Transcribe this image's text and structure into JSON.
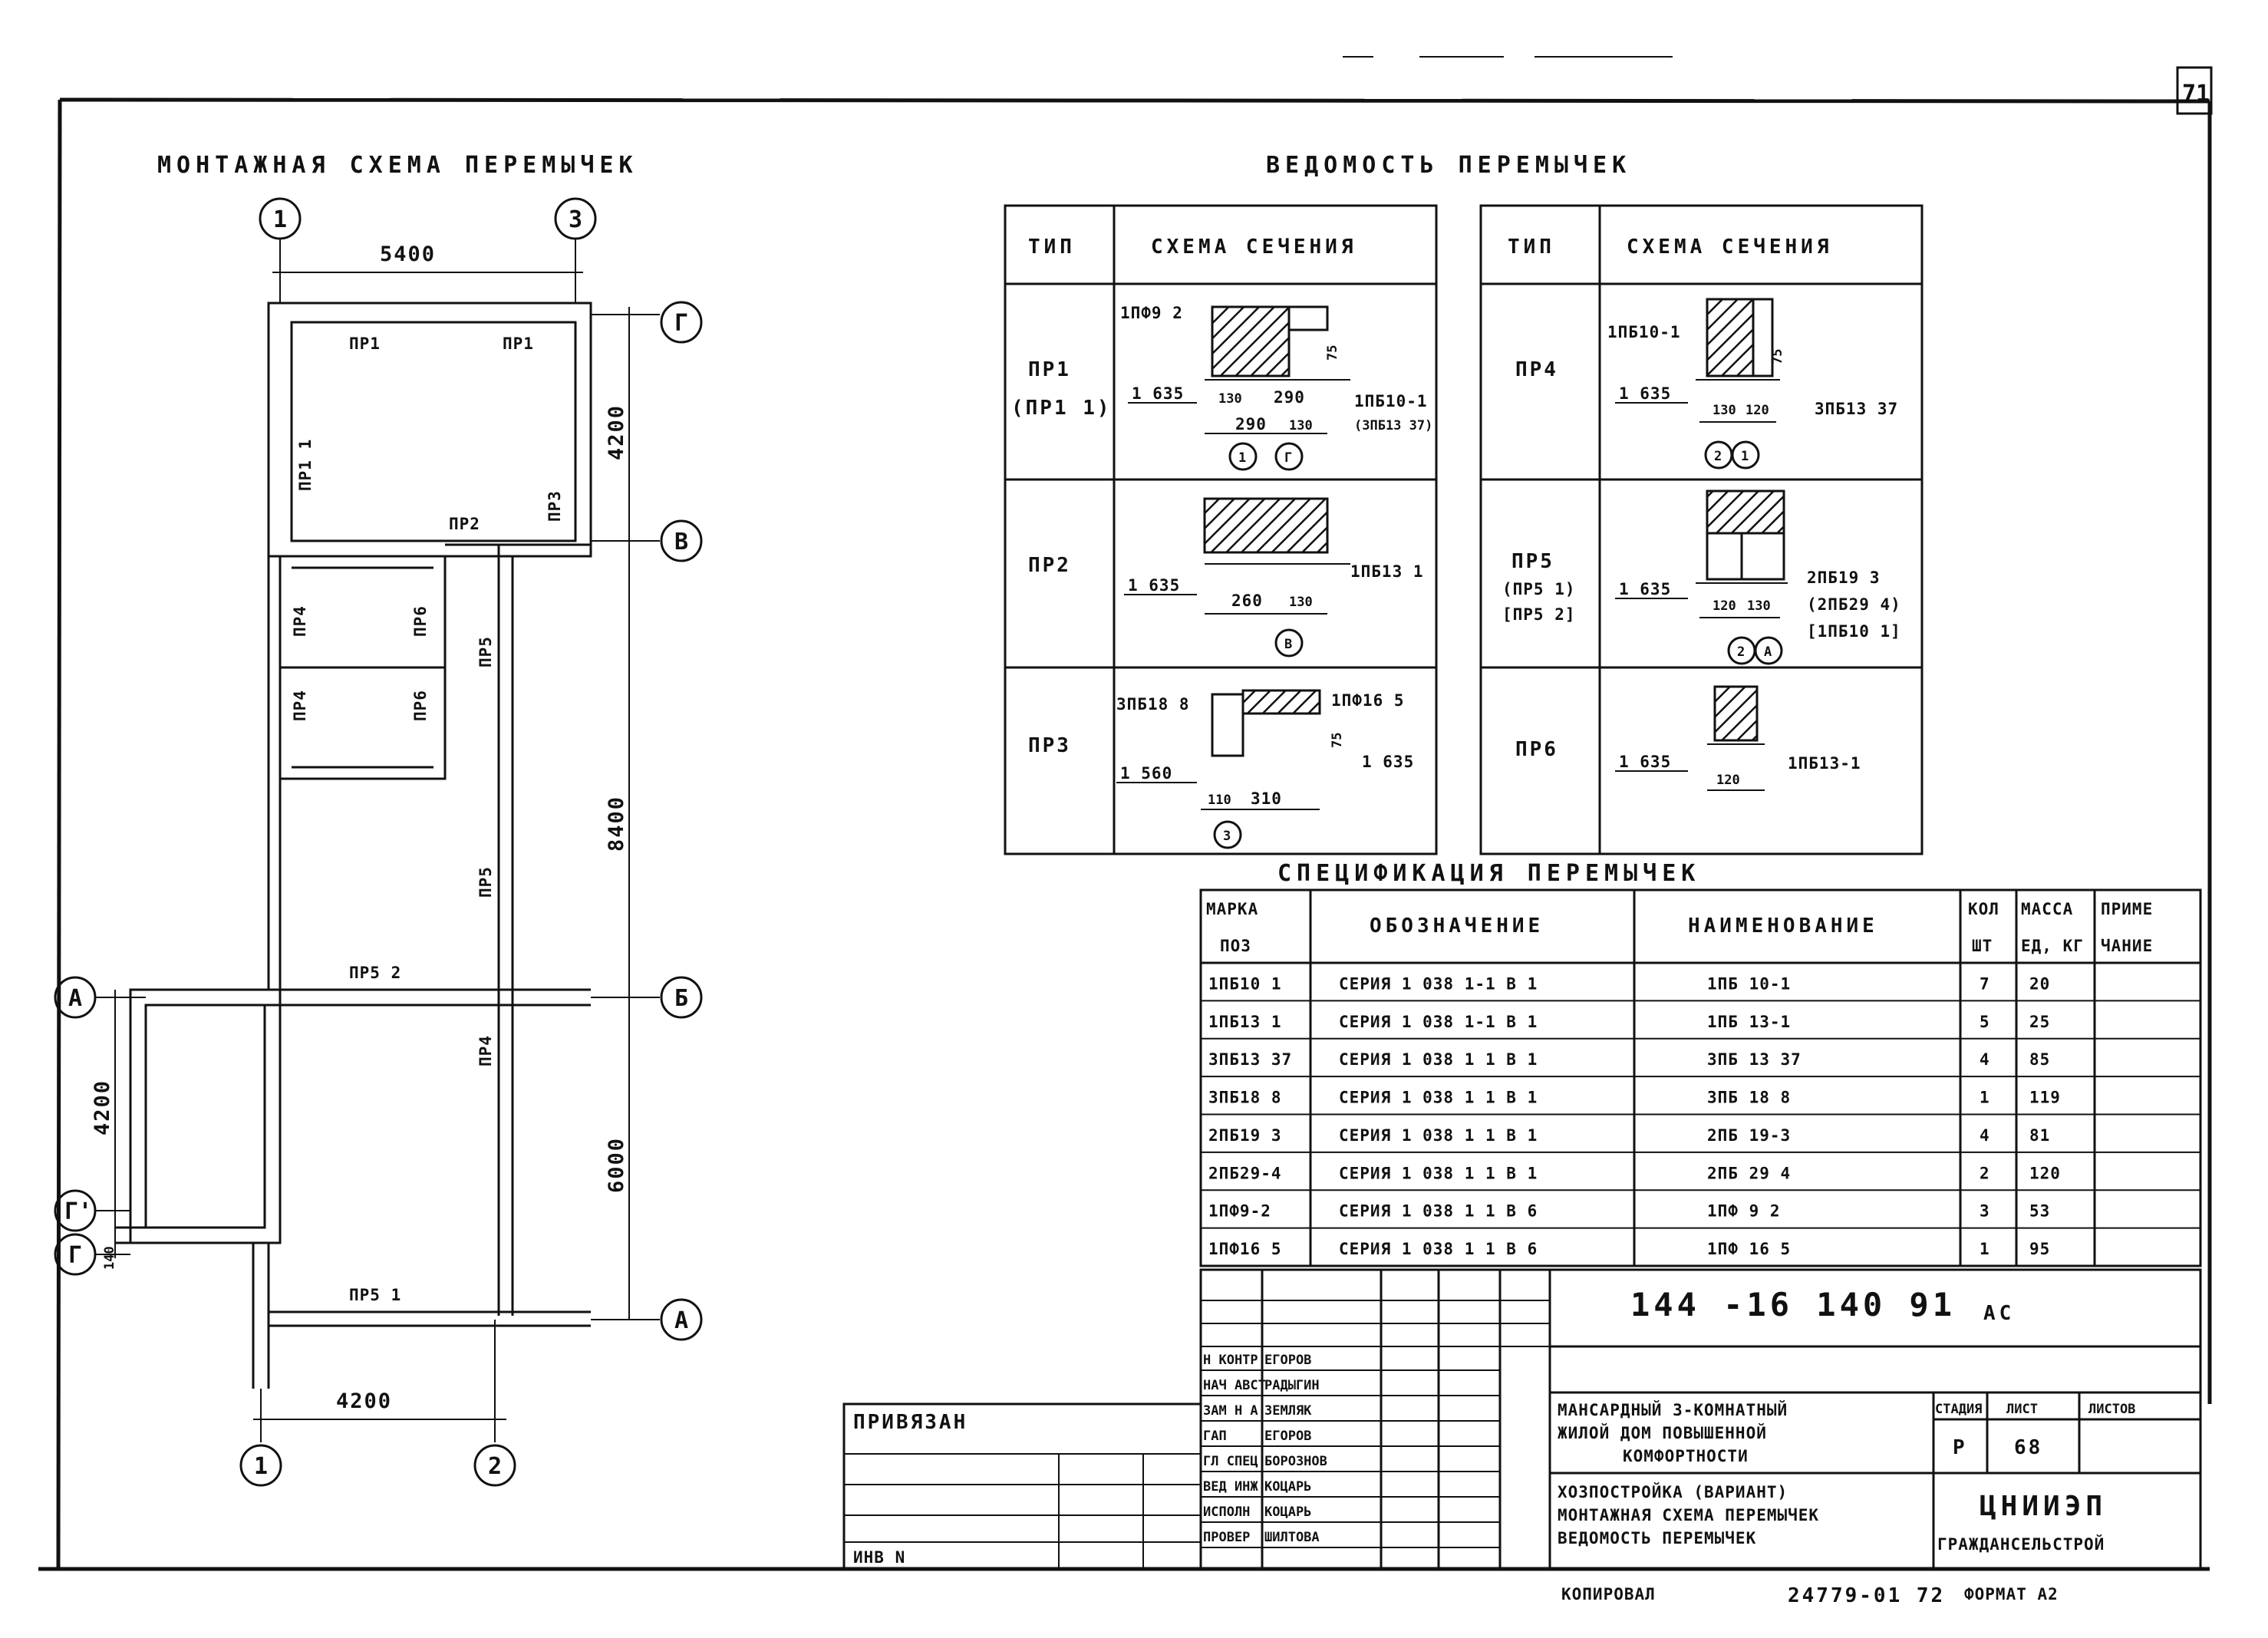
{
  "page_number": "71",
  "plan": {
    "title": "МОНТАЖНАЯ СХЕМА ПЕРЕМЫЧЕК",
    "axes": {
      "a1": "1",
      "a2": "2",
      "a3": "3",
      "g": "Г",
      "v": "В",
      "b": "Б",
      "a": "А",
      "g1": "Г'"
    },
    "dims": {
      "d5400": "5400",
      "d4200_top": "4200",
      "d8400": "8400",
      "d6000": "6000",
      "d4200_left": "4200",
      "d140": "140",
      "d4200_bottom": "4200"
    },
    "lintels": {
      "pr1_top_a": "ПР1",
      "pr1_top_b": "ПР1",
      "pr1_left": "ПР1 1",
      "pr3": "ПР3",
      "pr2": "ПР2",
      "pr4_a": "ПР4",
      "pr4_b": "ПР4",
      "pr6_a": "ПР6",
      "pr6_b": "ПР6",
      "pr5_a": "ПР5",
      "pr5_b": "ПР5",
      "pr52": "ПР5 2",
      "pr4_c": "ПР4",
      "pr51": "ПР5 1"
    }
  },
  "vedomost": {
    "title": "ВЕДОМОСТЬ ПЕРЕМЫЧЕК",
    "col_type": "ТИП",
    "col_scheme": "СХЕМА СЕЧЕНИЯ",
    "left_rows": [
      {
        "type": "ПР1",
        "type2": "(ПР1 1)",
        "label_a": "1ПФ9 2",
        "label_b": "1ПБ10-1",
        "label_c": "(3ПБ13 37)",
        "level": "1 635",
        "d1": "130",
        "d2": "290",
        "d3": "290",
        "d4": "130",
        "h": "75",
        "axis1": "1",
        "axis2": "Г"
      },
      {
        "type": "ПР2",
        "label_a": "1ПБ13 1",
        "level": "1 635",
        "d1": "260",
        "d2": "130",
        "axis1": "В"
      },
      {
        "type": "ПР3",
        "label_a": "3ПБ18 8",
        "label_b": "1ПФ16 5",
        "level": "1 560",
        "level2": "1 635",
        "d1": "110",
        "d2": "310",
        "h": "75",
        "axis1": "3"
      }
    ],
    "right_rows": [
      {
        "type": "ПР4",
        "label_a": "1ПБ10-1",
        "label_b": "3ПБ13 37",
        "level": "1 635",
        "d1": "130",
        "d2": "120",
        "h": "75",
        "axis1": "2",
        "axis2": "1"
      },
      {
        "type": "ПР5",
        "type2": "(ПР5 1)",
        "type3": "[ПР5 2]",
        "label_a": "2ПБ19 3",
        "label_b": "(2ПБ29 4)",
        "label_c": "[1ПБ10 1]",
        "level": "1 635",
        "d1": "120",
        "d2": "130",
        "axis1": "2",
        "axis2": "А"
      },
      {
        "type": "ПР6",
        "label_a": "1ПБ13-1",
        "level": "1 635",
        "d1": "120"
      }
    ]
  },
  "spec": {
    "title": "СПЕЦИФИКАЦИЯ ПЕРЕМЫЧЕК",
    "headers": {
      "mark1": "МАРКА",
      "mark2": "ПОЗ",
      "desig": "ОБОЗНАЧЕНИЕ",
      "name": "НАИМЕНОВАНИЕ",
      "qty1": "КОЛ",
      "qty2": "ШТ",
      "mass1": "МАССА",
      "mass2": "ЕД, КГ",
      "note1": "ПРИМЕ",
      "note2": "ЧАНИЕ"
    },
    "rows": [
      [
        "1ПБ10 1",
        "СЕРИЯ 1 038 1-1 В 1",
        "1ПБ 10-1",
        "7",
        "20",
        ""
      ],
      [
        "1ПБ13 1",
        "СЕРИЯ 1 038 1-1 В 1",
        "1ПБ 13-1",
        "5",
        "25",
        ""
      ],
      [
        "3ПБ13 37",
        "СЕРИЯ 1 038 1 1 В 1",
        "3ПБ 13 37",
        "4",
        "85",
        ""
      ],
      [
        "3ПБ18 8",
        "СЕРИЯ 1 038 1 1 В 1",
        "3ПБ 18 8",
        "1",
        "119",
        ""
      ],
      [
        "2ПБ19 3",
        "СЕРИЯ 1 038 1 1 В 1",
        "2ПБ 19-3",
        "4",
        "81",
        ""
      ],
      [
        "2ПБ29-4",
        "СЕРИЯ 1 038 1 1 В 1",
        "2ПБ 29 4",
        "2",
        "120",
        ""
      ],
      [
        "1ПФ9-2",
        "СЕРИЯ 1 038 1 1 В 6",
        "1ПФ 9 2",
        "3",
        "53",
        ""
      ],
      [
        "1ПФ16 5",
        "СЕРИЯ 1 038 1 1 В 6",
        "1ПФ 16 5",
        "1",
        "95",
        ""
      ]
    ]
  },
  "stamp": {
    "code": "144 -16 140 91",
    "code_suffix": "АС",
    "roles": [
      [
        "Н КОНТР",
        "ЕГОРОВ"
      ],
      [
        "НАЧ АВСТ",
        "РАДЫГИН"
      ],
      [
        "ЗАМ Н А",
        "ЗЕМЛЯК"
      ],
      [
        "ГАП",
        "ЕГОРОВ"
      ],
      [
        "ГЛ СПЕЦ",
        "БОРОЗНОВ"
      ],
      [
        "ВЕД ИНЖ",
        "КОЦАРЬ"
      ],
      [
        "ИСПОЛН",
        "КОЦАРЬ"
      ],
      [
        "ПРОВЕР",
        "ШИЛТОВА"
      ]
    ],
    "title_lines": [
      "МАНСАРДНЫЙ 3-КОМНАТНЫЙ",
      "ЖИЛОЙ ДОМ ПОВЫШЕННОЙ",
      "КОМФОРТНОСТИ"
    ],
    "sheet_lines": [
      "ХОЗПОСТРОЙКА (ВАРИАНТ)",
      "МОНТАЖНАЯ СХЕМА ПЕРЕМЫЧЕК",
      "ВЕДОМОСТЬ ПЕРЕМЫЧЕК"
    ],
    "stage_label": "СТАДИЯ",
    "sheet_label": "ЛИСТ",
    "sheets_label": "ЛИСТОВ",
    "stage": "Р",
    "sheet": "68",
    "sheets": "",
    "org1": "ЦНИИЭП",
    "org2": "ГРАЖДАНСЕЛЬСТРОЙ",
    "privyazan": "ПРИВЯЗАН",
    "inv": "ИНВ N"
  },
  "footer": {
    "copied": "КОПИРОВАЛ",
    "order": "24779-01 72",
    "format": "ФОРМАТ А2"
  }
}
